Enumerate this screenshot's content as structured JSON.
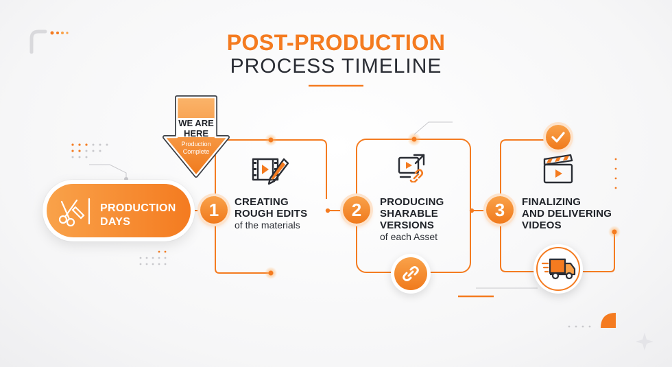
{
  "title": {
    "line1": "POST-PRODUCTION",
    "line2": "PROCESS TIMELINE"
  },
  "badge": {
    "line1": "WE ARE",
    "line2": "HERE",
    "sub1": "Production",
    "sub2": "Complete"
  },
  "start": {
    "line1": "PRODUCTION",
    "line2": "DAYS",
    "icon": "scissors-tools-icon"
  },
  "steps": [
    {
      "number": "1",
      "title1": "CREATING",
      "title2": "ROUGH EDITS",
      "title3": "",
      "subtitle": "of the materials",
      "icon": "film-edit-icon"
    },
    {
      "number": "2",
      "title1": "PRODUCING",
      "title2": "SHARABLE",
      "title3": "VERSIONS",
      "subtitle": "of each Asset",
      "icon": "share-video-icon"
    },
    {
      "number": "3",
      "title1": "FINALIZING",
      "title2": "AND DELIVERING",
      "title3": "VIDEOS",
      "subtitle": "",
      "icon": "clapperboard-icon"
    }
  ],
  "colors": {
    "accent": "#f47b20",
    "accent_light": "#f9a24a",
    "text_dark": "#1f2228"
  }
}
